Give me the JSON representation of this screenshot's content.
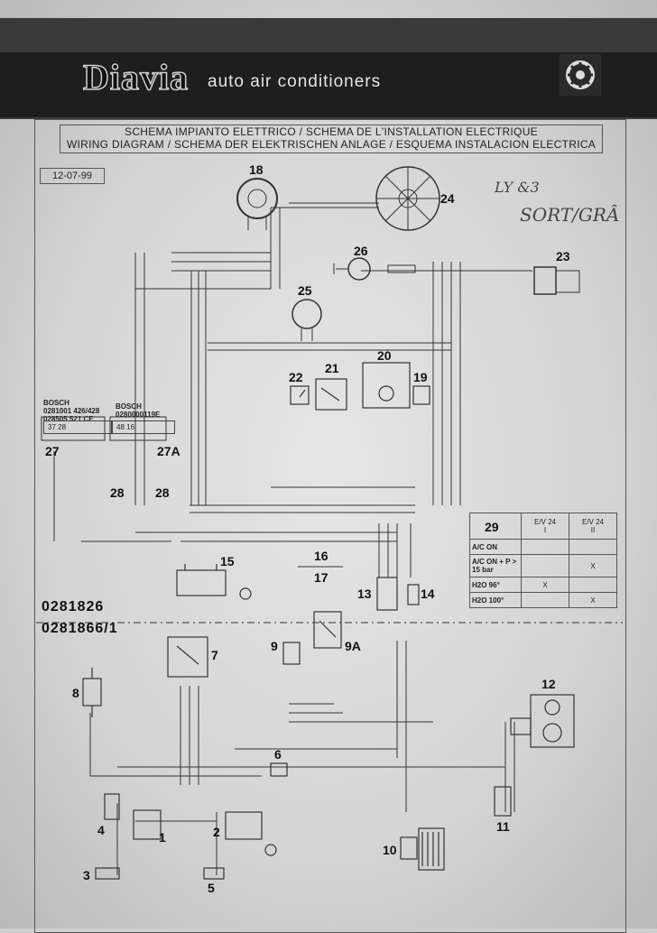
{
  "header": {
    "brand": "Diavia",
    "tagline": "auto air conditioners"
  },
  "title": {
    "line1": "SCHEMA IMPIANTO ELETTRICO / SCHEMA DE L'INSTALLATION ELECTRIQUE",
    "line2": "WIRING DIAGRAM / SCHEMA DER ELEKTRISCHEN ANLAGE / ESQUEMA INSTALACION ELECTRICA"
  },
  "date": "12-07-99",
  "handwritten": {
    "note1": "LY &3",
    "note2": "SORT/GRÂ"
  },
  "part_codes": {
    "code1": "0281826",
    "code2": "0281866/1"
  },
  "relays": {
    "left_brand": "BOSCH",
    "left_pn1": "0281001 426/428",
    "left_pn2": "028505 521 CE",
    "left_pins": "37    28",
    "right_brand": "BOSCH",
    "right_pn": "0280000119E",
    "right_pins": "48    16"
  },
  "components": [
    "18",
    "24",
    "26",
    "23",
    "25",
    "22",
    "21",
    "20",
    "19",
    "27",
    "27A",
    "28",
    "28",
    "15",
    "16",
    "17",
    "13",
    "14",
    "9",
    "9A",
    "7",
    "8",
    "6",
    "12",
    "11",
    "10",
    "4",
    "1",
    "2",
    "3",
    "5"
  ],
  "table": {
    "number": "29",
    "col1": "E/V 24\nI",
    "col2": "E/V 24\nII",
    "rows": [
      {
        "label": "A/C ON",
        "c1": "",
        "c2": ""
      },
      {
        "label": "A/C ON + P > 15 bar",
        "c1": "",
        "c2": "X"
      },
      {
        "label": "H2O 96°",
        "c1": "X",
        "c2": ""
      },
      {
        "label": "H2O 100°",
        "c1": "",
        "c2": "X"
      }
    ]
  }
}
